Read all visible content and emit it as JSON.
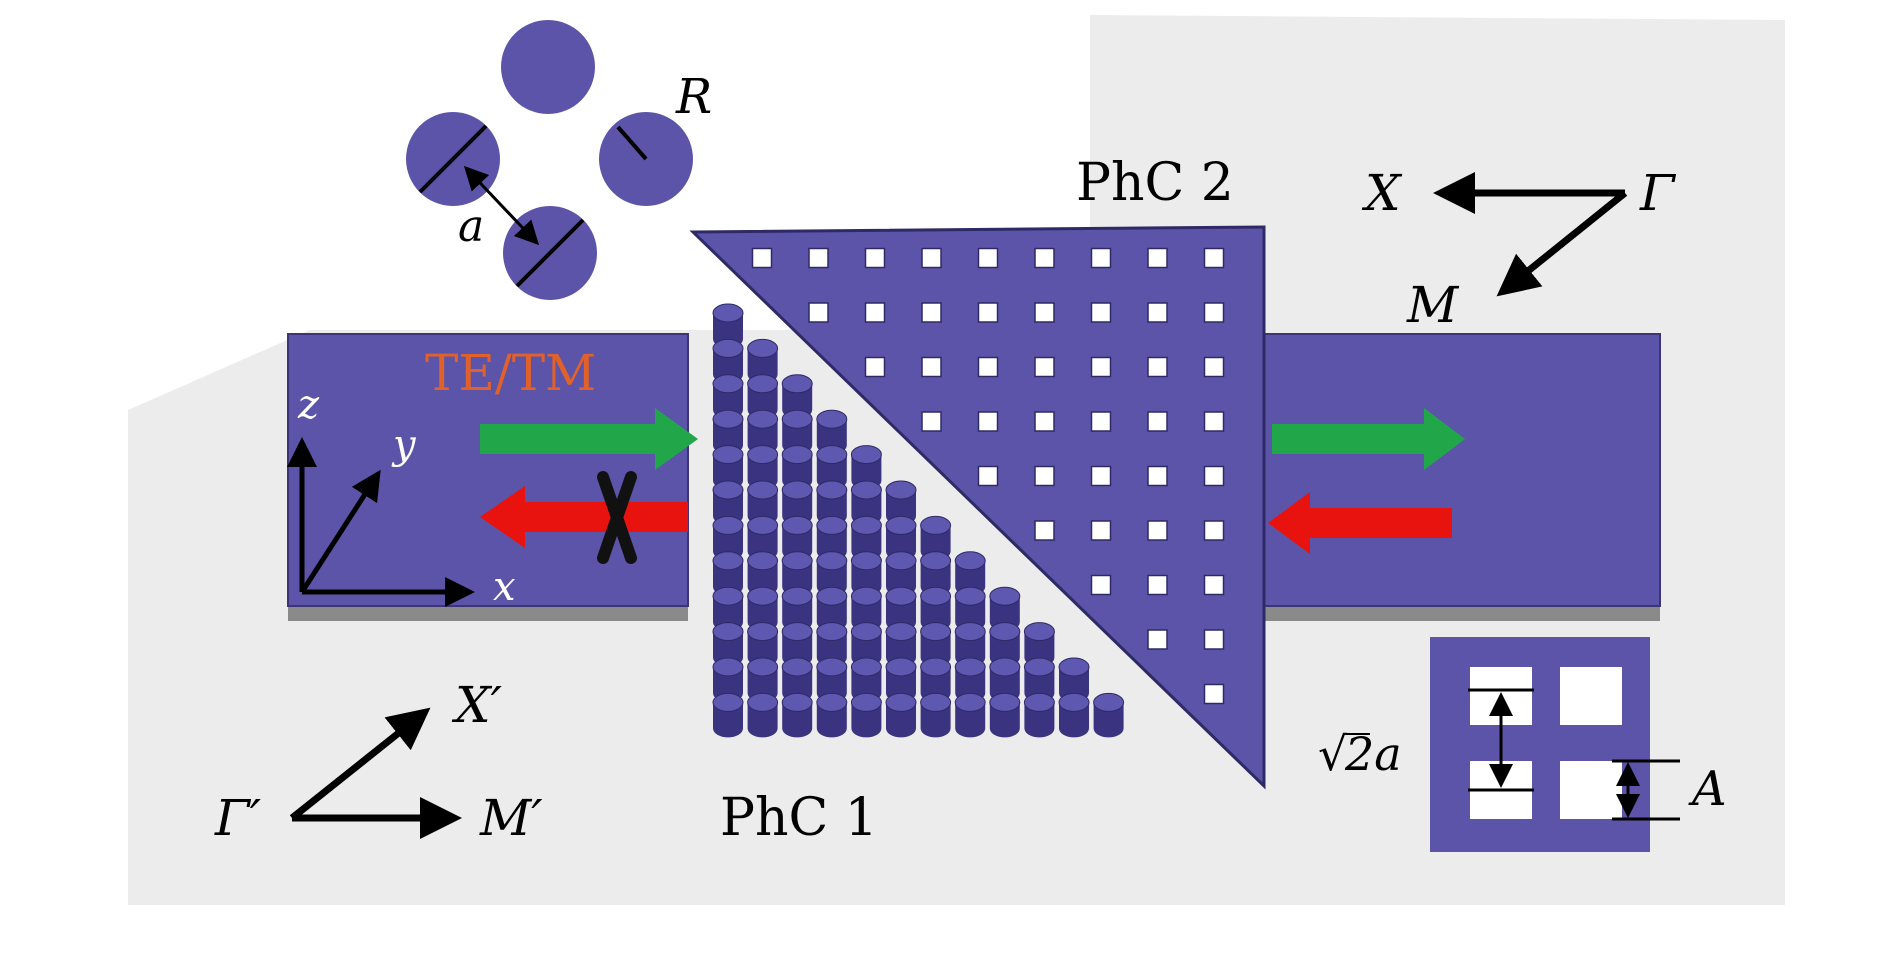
{
  "labels": {
    "radius": "R",
    "lattice": "a",
    "phc2": "PhC 2",
    "phc1": "PhC 1",
    "polarization": "TE/TM",
    "axis_z": "z",
    "axis_y": "y",
    "axis_x": "x",
    "sym_X": "X",
    "sym_Gamma": "Γ",
    "sym_M": "M",
    "sym_Xp": "X′",
    "sym_Gammap": "Γ′",
    "sym_Mp": "M′",
    "diag_pitch_radical": "√",
    "diag_pitch_value": "2a",
    "hole_side": "A"
  },
  "colors": {
    "slab": "#5b54a8",
    "slab_edge": "#3b3578",
    "slab_bottom": "#8a8a8a",
    "rod_top": "#5f58b0",
    "rod_side": "#3a3480",
    "hole": "#ffffff",
    "forward_arrow": "#22a64a",
    "backward_arrow": "#e8130e",
    "block_mark": "#111111",
    "polarization_text": "#e0622a",
    "background_shadow": "#ececec"
  },
  "icons": {
    "block": "x-mark-icon"
  }
}
